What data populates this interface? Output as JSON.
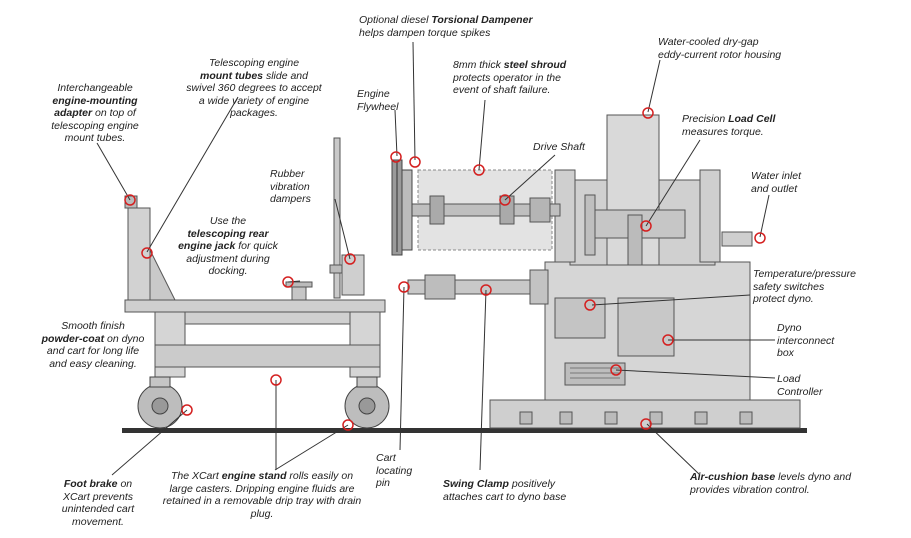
{
  "colors": {
    "callout": "#d42020",
    "machine_fill": "#d8d8d8",
    "machine_dark": "#8a8a8a",
    "outline": "#555555"
  },
  "labels": {
    "torsional": {
      "pre": "Optional diesel ",
      "bold": "Torsional Dampener",
      "post": "helps dampen torque spikes"
    },
    "water_cooled": {
      "line1": "Water-cooled dry-gap",
      "line2": "eddy-current rotor housing"
    },
    "steel_shroud": {
      "pre": "8mm thick ",
      "bold": "steel shroud",
      "post": "protects operator in the event of shaft failure."
    },
    "telescoping_tubes": {
      "pre": "Telescoping engine",
      "bold": "mount tubes",
      "post": "slide and swivel 360 degrees to accept a wide variety of engine packages."
    },
    "adapter": {
      "pre": "Interchangeable",
      "bold": "engine-mounting adapter",
      "post": "on top of telescoping engine mount tubes."
    },
    "flywheel": {
      "line1": "Engine",
      "line2": "Flywheel"
    },
    "load_cell": {
      "pre": "Precision ",
      "bold": "Load Cell",
      "post": "measures torque."
    },
    "drive_shaft": "Drive Shaft",
    "rubber": {
      "line1": "Rubber",
      "line2": "vibration",
      "line3": "dampers"
    },
    "rear_jack": {
      "pre": "Use the",
      "bold": "telescoping rear engine jack",
      "post": "for quick adjustment during docking."
    },
    "water_inlet": {
      "line1": "Water inlet",
      "line2": "and outlet"
    },
    "temp_switch": {
      "line1": "Temperature/pressure",
      "line2": "safety switches",
      "line3": "protect dyno."
    },
    "powder_coat": {
      "pre": "Smooth finish",
      "bold": "powder-coat",
      "post": "on dyno and cart for long life and easy cleaning."
    },
    "dyno_box": {
      "line1": "Dyno",
      "line2": "interconnect",
      "line3": "box"
    },
    "load_controller": {
      "line1": "Load",
      "line2": "Controller"
    },
    "foot_brake": {
      "bold": "Foot brake",
      "post": "on XCart prevents unintended cart movement."
    },
    "xcart_stand": {
      "pre": "The XCart ",
      "bold": "engine stand",
      "post": "rolls easily on large casters. Dripping engine fluids are retained in a removable drip tray with drain plug."
    },
    "cart_pin": {
      "line1": "Cart",
      "line2": "locating",
      "line3": "pin"
    },
    "swing_clamp": {
      "bold": "Swing Clamp",
      "post": "positively attaches cart to dyno base"
    },
    "air_cushion": {
      "bold": "Air-cushion base",
      "post": "levels dyno and provides vibration control."
    }
  }
}
